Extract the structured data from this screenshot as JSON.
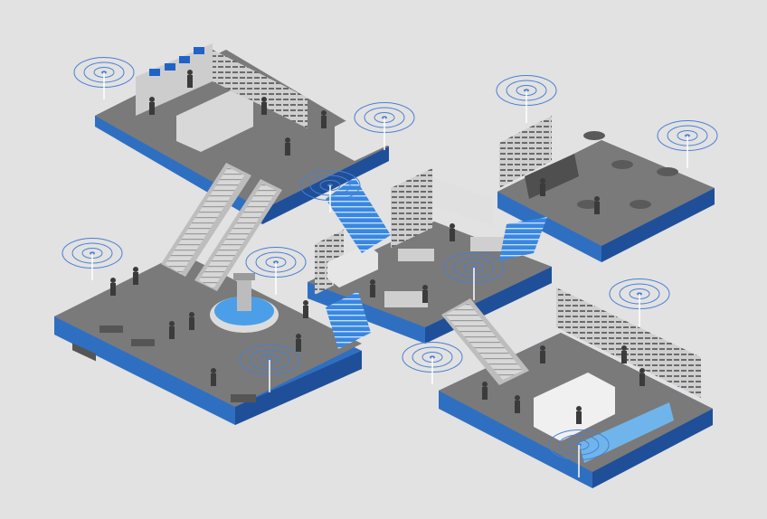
{
  "colors": {
    "background": "#e2e2e2",
    "floor_top": "#7a7a7a",
    "floor_left_side": "#2f6fc1",
    "floor_right_side": "#1f4f99",
    "signal_ring": "#4a7fd0",
    "stair": "#3a86e0",
    "fountain_water": "#4a9fe8"
  },
  "platforms": [
    {
      "name": "electronics-store-platform"
    },
    {
      "name": "cafe-library-platform"
    },
    {
      "name": "fountain-plaza-platform"
    },
    {
      "name": "clothing-store-platform"
    },
    {
      "name": "grocery-store-platform"
    }
  ],
  "beacons": [
    {
      "name": "beacon-electronics-left"
    },
    {
      "name": "beacon-electronics-right"
    },
    {
      "name": "beacon-cafe-left"
    },
    {
      "name": "beacon-cafe-right"
    },
    {
      "name": "beacon-plaza-left"
    },
    {
      "name": "beacon-plaza-fountain"
    },
    {
      "name": "beacon-plaza-front"
    },
    {
      "name": "beacon-clothing-center"
    },
    {
      "name": "beacon-stair-center"
    },
    {
      "name": "beacon-grocery-right"
    },
    {
      "name": "beacon-grocery-front"
    },
    {
      "name": "beacon-stair-lower"
    }
  ],
  "icons": [
    "wifi-beacon-icon",
    "escalator-icon",
    "fountain-icon",
    "shopper-icon"
  ]
}
